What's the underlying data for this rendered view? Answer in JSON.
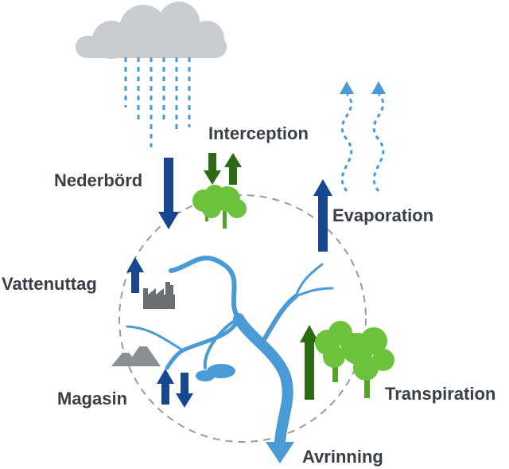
{
  "labels": {
    "nederbord": "Nederbörd",
    "interception": "Interception",
    "evaporation": "Evaporation",
    "vattenuttag": "Vattenuttag",
    "magasin": "Magasin",
    "transpiration": "Transpiration",
    "avrinning": "Avrinning"
  },
  "colors": {
    "cloud": "#c9ccd1",
    "rain": "#4a9ad6",
    "river": "#4a9ad6",
    "arrow_blue": "#17478e",
    "arrow_green": "#2d6a14",
    "tree": "#6cc23a",
    "trunk": "#55a32a",
    "factory": "#6b6e72",
    "mountain": "#8a8d92",
    "text": "#3a3f47",
    "circle": "#9a9a9a"
  }
}
